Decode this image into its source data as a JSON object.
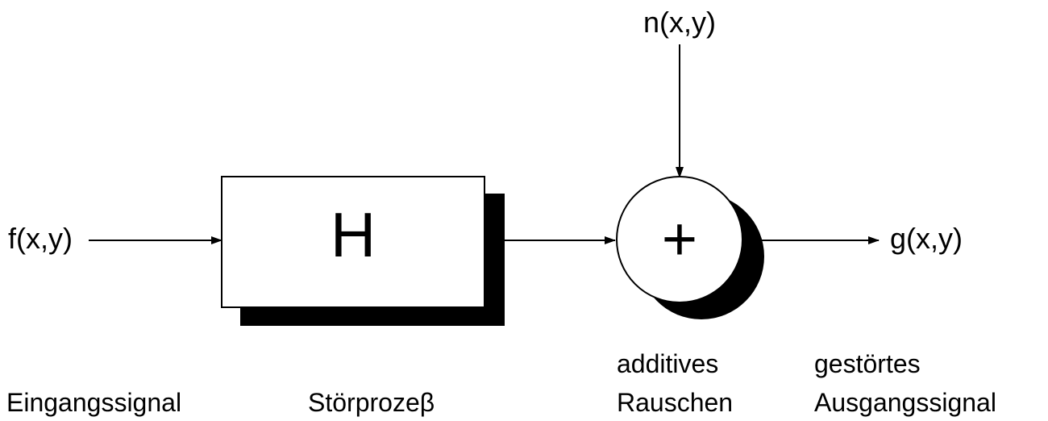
{
  "inputs": {
    "input_signal": "f(x,y)",
    "noise_signal": "n(x,y)",
    "output_signal": "g(x,y)"
  },
  "blocks": {
    "degradation_label": "H",
    "summing_symbol": "+"
  },
  "captions": {
    "input": "Eingangssignal",
    "degradation": "Störprozeβ",
    "noise_line1": "additives",
    "noise_line2": "Rauschen",
    "output_line1": "gestörtes",
    "output_line2": "Ausgangssignal"
  },
  "colors": {
    "foreground": "#000000",
    "background": "#ffffff"
  }
}
